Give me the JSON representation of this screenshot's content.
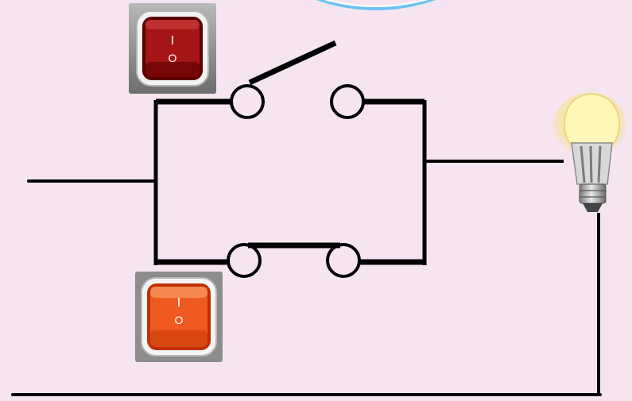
{
  "diagram": {
    "description_visible_text": "",
    "colors": {
      "background": "#f6e5f1",
      "wire": "#000000",
      "switch_top_body": "#8b1010",
      "switch_bottom_body": "#e8521c",
      "bulb_glow": "#fff3a0",
      "sensor_arc": "#69c3f2"
    },
    "components": {
      "switch_top": {
        "kind": "rocker-switch",
        "state": "off",
        "icon": "rocker-switch-icon"
      },
      "switch_bottom": {
        "kind": "rocker-switch",
        "state": "on",
        "icon": "rocker-switch-icon"
      },
      "contact_top": {
        "kind": "knife-switch",
        "state": "open"
      },
      "contact_bottom": {
        "kind": "knife-switch",
        "state": "closed"
      },
      "lamp": {
        "kind": "led-bulb",
        "state": "lit",
        "icon": "light-bulb-icon"
      }
    },
    "rocker_symbols": {
      "on": "I",
      "off": "O"
    }
  }
}
